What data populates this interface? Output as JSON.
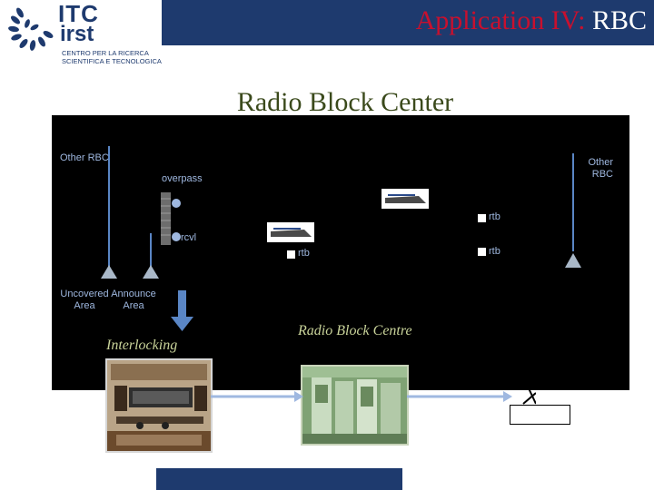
{
  "header": {
    "title_part1": "Application IV:",
    "title_part2": "RBC",
    "colors": {
      "bar": "#1e3a6e",
      "accent": "#c8102e"
    }
  },
  "logo": {
    "line1": "ITC",
    "line2": "irst",
    "sub1": "CENTRO PER LA RICERCA",
    "sub2": "SCIENTIFICA E TECNOLOGICA",
    "icon": "laurel-wreath-icon"
  },
  "slide": {
    "title": "Radio Block Center"
  },
  "diagram": {
    "labels": {
      "other_rbc_left": "Other RBC",
      "other_rbc_right": "Other RBC",
      "overpass": "overpass",
      "rcvl": "rcvl",
      "uncovered_area": "Uncovered Area",
      "announce_area": "Announce Area",
      "rtb_left": "rtb",
      "rtb_right_top": "rtb",
      "rtb_right_bottom": "rtb"
    },
    "captions": {
      "interlocking": "Interlocking",
      "radio_block_centre": "Radio Block Centre"
    },
    "icons": [
      "train-icon",
      "antenna-tower-icon",
      "balise-icon",
      "arrow-down-icon"
    ]
  }
}
